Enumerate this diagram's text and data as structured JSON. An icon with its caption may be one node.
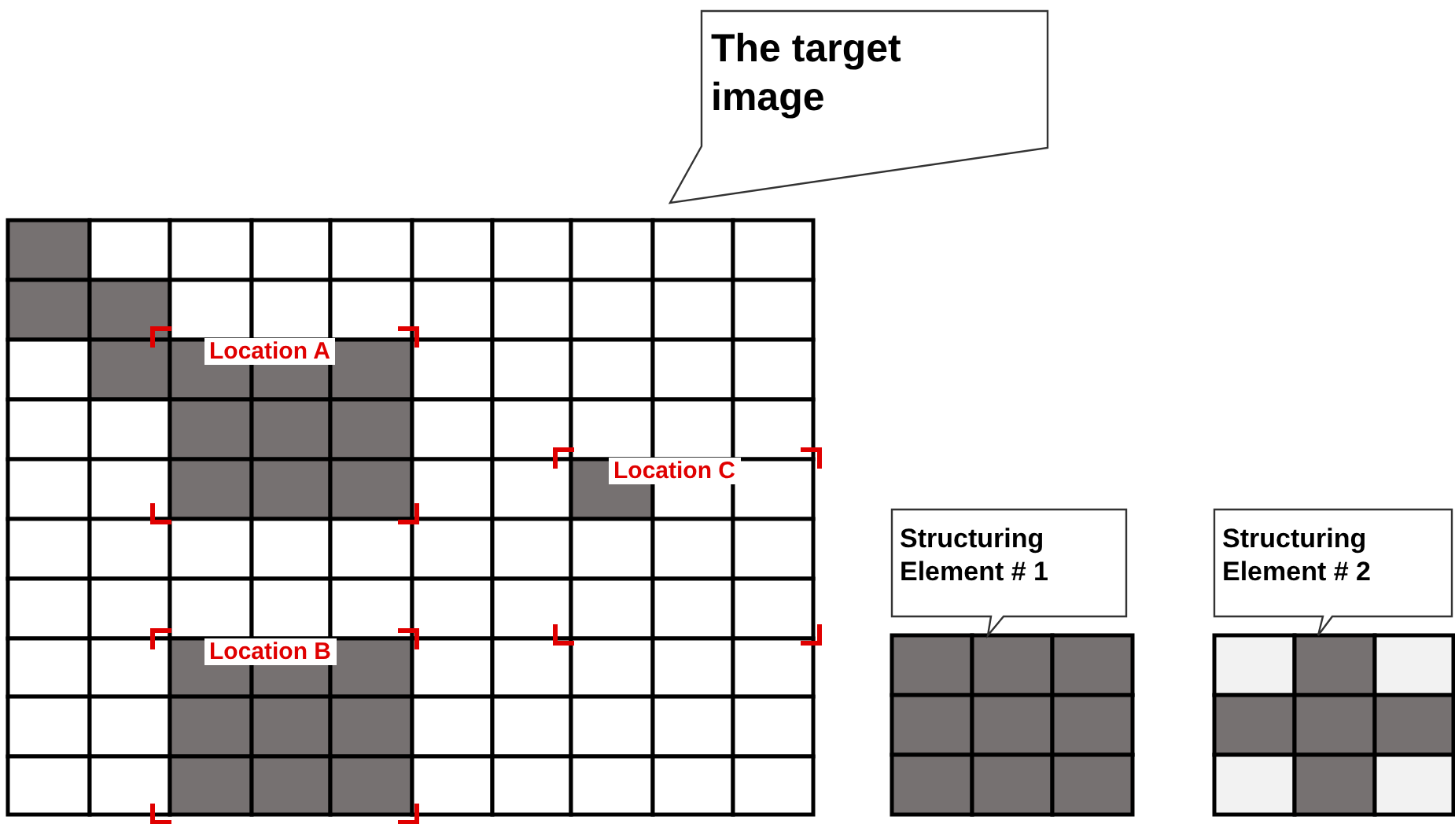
{
  "diagram": {
    "nodes": [
      {
        "text": [
          "The target image"
        ]
      },
      {
        "text": [
          "Structuring Element # 1"
        ]
      },
      {
        "text": [
          "Structuring Element # 2"
        ]
      }
    ],
    "labels": [
      "Location A",
      "Location C",
      "Location B"
    ]
  }
}
